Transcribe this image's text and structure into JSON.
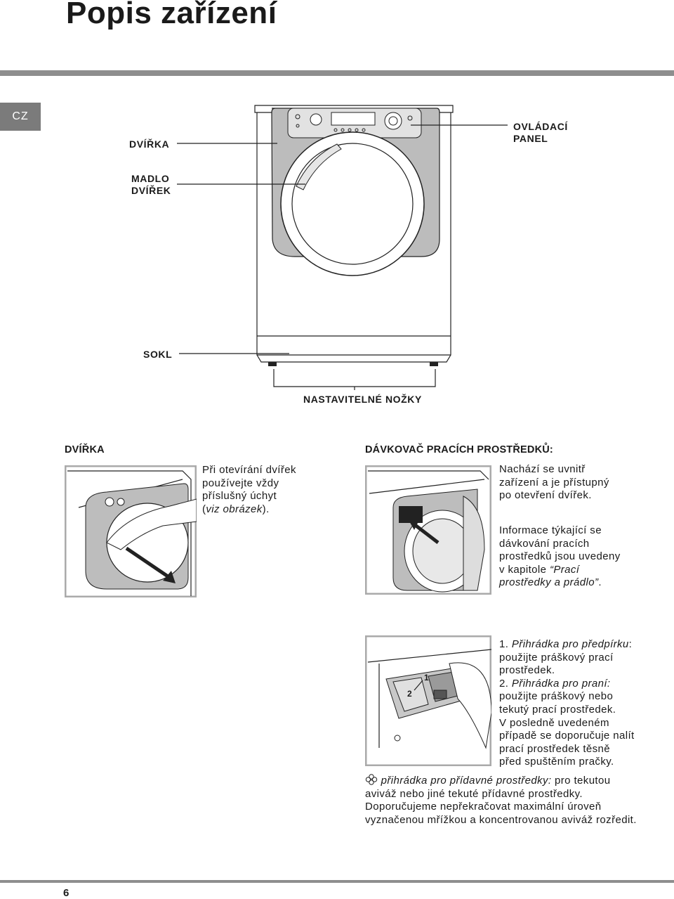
{
  "page": {
    "title": "Popis zařízení",
    "lang_tab": "CZ",
    "page_number": "6"
  },
  "labels": {
    "door": "DVÍŘKA",
    "control_panel_1": "OVLÁDACÍ",
    "control_panel_2": "PANEL",
    "door_handle_1": "MADLO",
    "door_handle_2": "DVÍŘEK",
    "base": "SOKL",
    "feet": "NASTAVITELNÉ NOŽKY"
  },
  "door_section": {
    "heading": "DVÍŘKA",
    "lines": [
      "Při otevírání dvířek",
      "používejte vždy",
      "příslušný úchyt"
    ],
    "line4_pre": "(",
    "line4_italic": "viz obrázek",
    "line4_post": ")."
  },
  "dispenser_section": {
    "heading": "DÁVKOVAČ PRACÍCH PROSTŘEDKŮ:",
    "p1": [
      "Nachází se uvnitř",
      "zařízení a je přístupný",
      "po otevření dvířek."
    ],
    "p2": [
      "Informace týkající se",
      "dávkování pracích",
      "prostředků jsou uvedeny"
    ],
    "p2_l4_pre": "v kapitole ",
    "p2_l4_italic": "“Prací",
    "p2_l5_italic": "prostředky a prádlo”",
    "p2_l5_post": "."
  },
  "compartments": {
    "c1_num": "1. ",
    "c1_italic": "Přihrádka pro předpírku",
    "c1_post": ":",
    "c1_l2": "použijte práškový prací",
    "c1_l3": "prostředek.",
    "c2_num": "2. ",
    "c2_italic": "Přihrádka pro praní:",
    "c2_l2": "použijte práškový nebo",
    "c2_l3": "tekutý prací prostředek.",
    "c2_l4": "V posledně uvedeném",
    "c2_l5": "případě se doporučuje nalít",
    "c2_l6": "prací prostředek těsně",
    "c2_l7": "před spuštěním pračky.",
    "c3_italic": "přihrádka pro přídavné prostředky:",
    "c3_post": " pro tekutou",
    "c3_l2": "aviváž nebo jiné tekuté přídavné prostředky.",
    "c3_l3": "Doporučujeme nepřekračovat maximální úroveň",
    "c3_l4": "vyznačenou mřížkou a koncentrovanou aviváž rozředit.",
    "drawer_label_1": "1",
    "drawer_label_2": "2"
  },
  "icons": [
    "flower-softener-icon"
  ]
}
